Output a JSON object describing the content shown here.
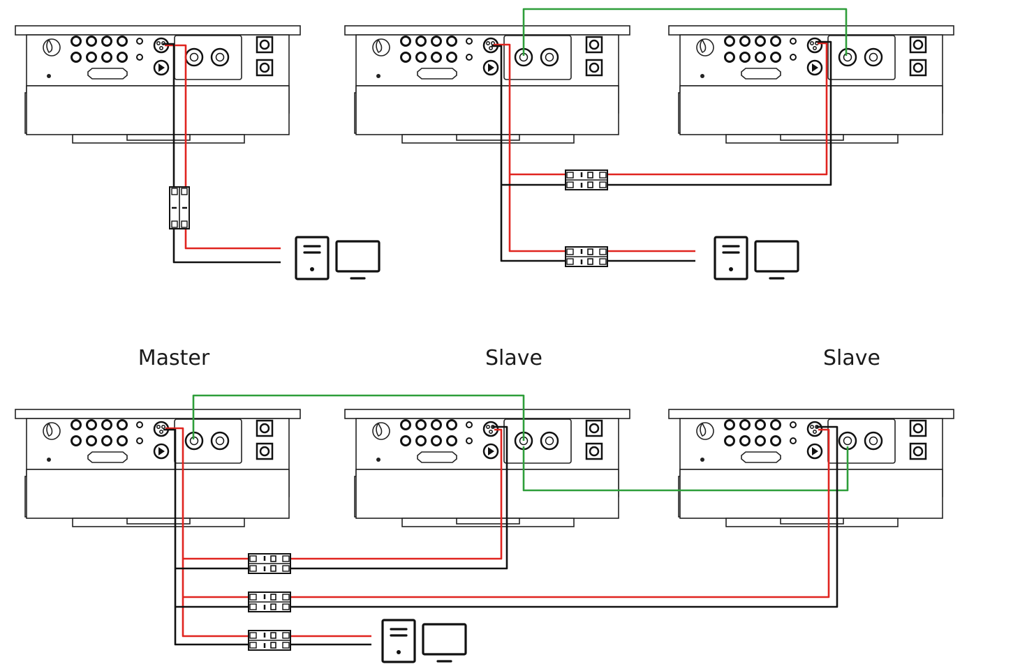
{
  "labels": {
    "left": "Master",
    "middle": "Slave",
    "right": "Slave"
  },
  "colors": {
    "live_wire": "#e0241f",
    "neutral_wire": "#111111",
    "communication_wire": "#2e9e3a"
  },
  "icons": {
    "load_pc_tower": "computer-tower-icon",
    "load_monitor": "monitor-icon",
    "breaker": "double-pole-breaker-icon"
  }
}
